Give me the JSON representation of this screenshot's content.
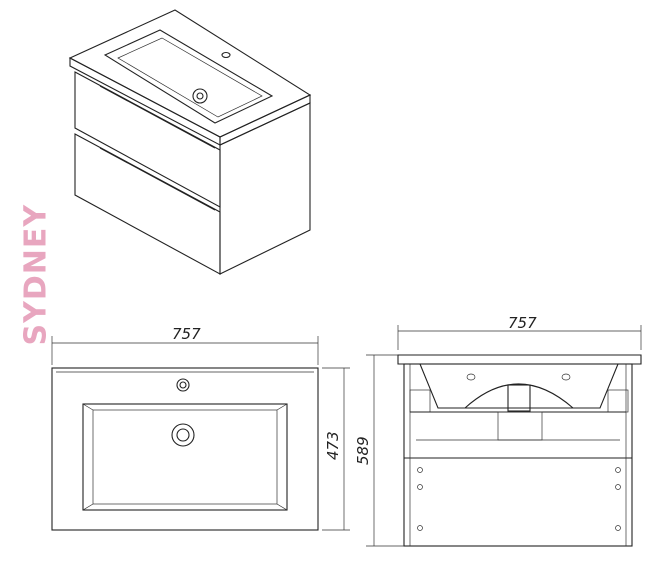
{
  "brand": {
    "name": "SYDNEY",
    "color": "#e8a6bf"
  },
  "top_view": {
    "width_label": "757",
    "depth_label": "473"
  },
  "front_view": {
    "width_label": "757",
    "height_label": "589"
  }
}
